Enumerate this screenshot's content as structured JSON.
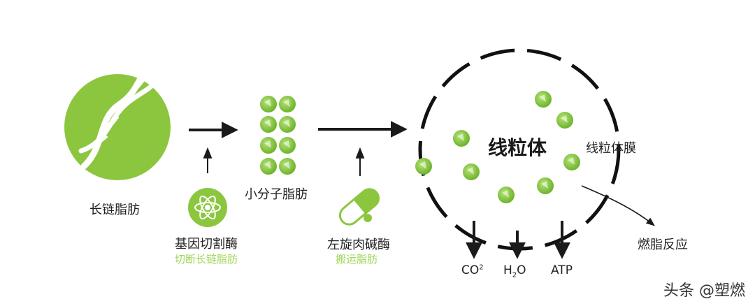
{
  "labels": {
    "long_chain_fat": "长链脂肪",
    "small_molecule_fat": "小分子脂肪",
    "gene_cutting_enzyme": "基因切割酶",
    "gene_cutting_enzyme_sub": "切断长链脂肪",
    "l_carnitine": "左旋肉碱酶",
    "l_carnitine_sub": "搬运脂肪",
    "mitochondria": "线粒体",
    "mitochondria_membrane": "线粒体膜",
    "fat_burning_reaction": "燃脂反应"
  },
  "products": {
    "co2_base": "CO",
    "co2_mark": "2",
    "h2o_a": "H",
    "h2o_sub": "2",
    "h2o_b": "O",
    "atp": "ATP"
  },
  "watermark": "头条 @塑燃",
  "colors": {
    "green": "#8cc63f",
    "dark_green": "#5f9e23",
    "arrow": "#1a1a1a"
  }
}
